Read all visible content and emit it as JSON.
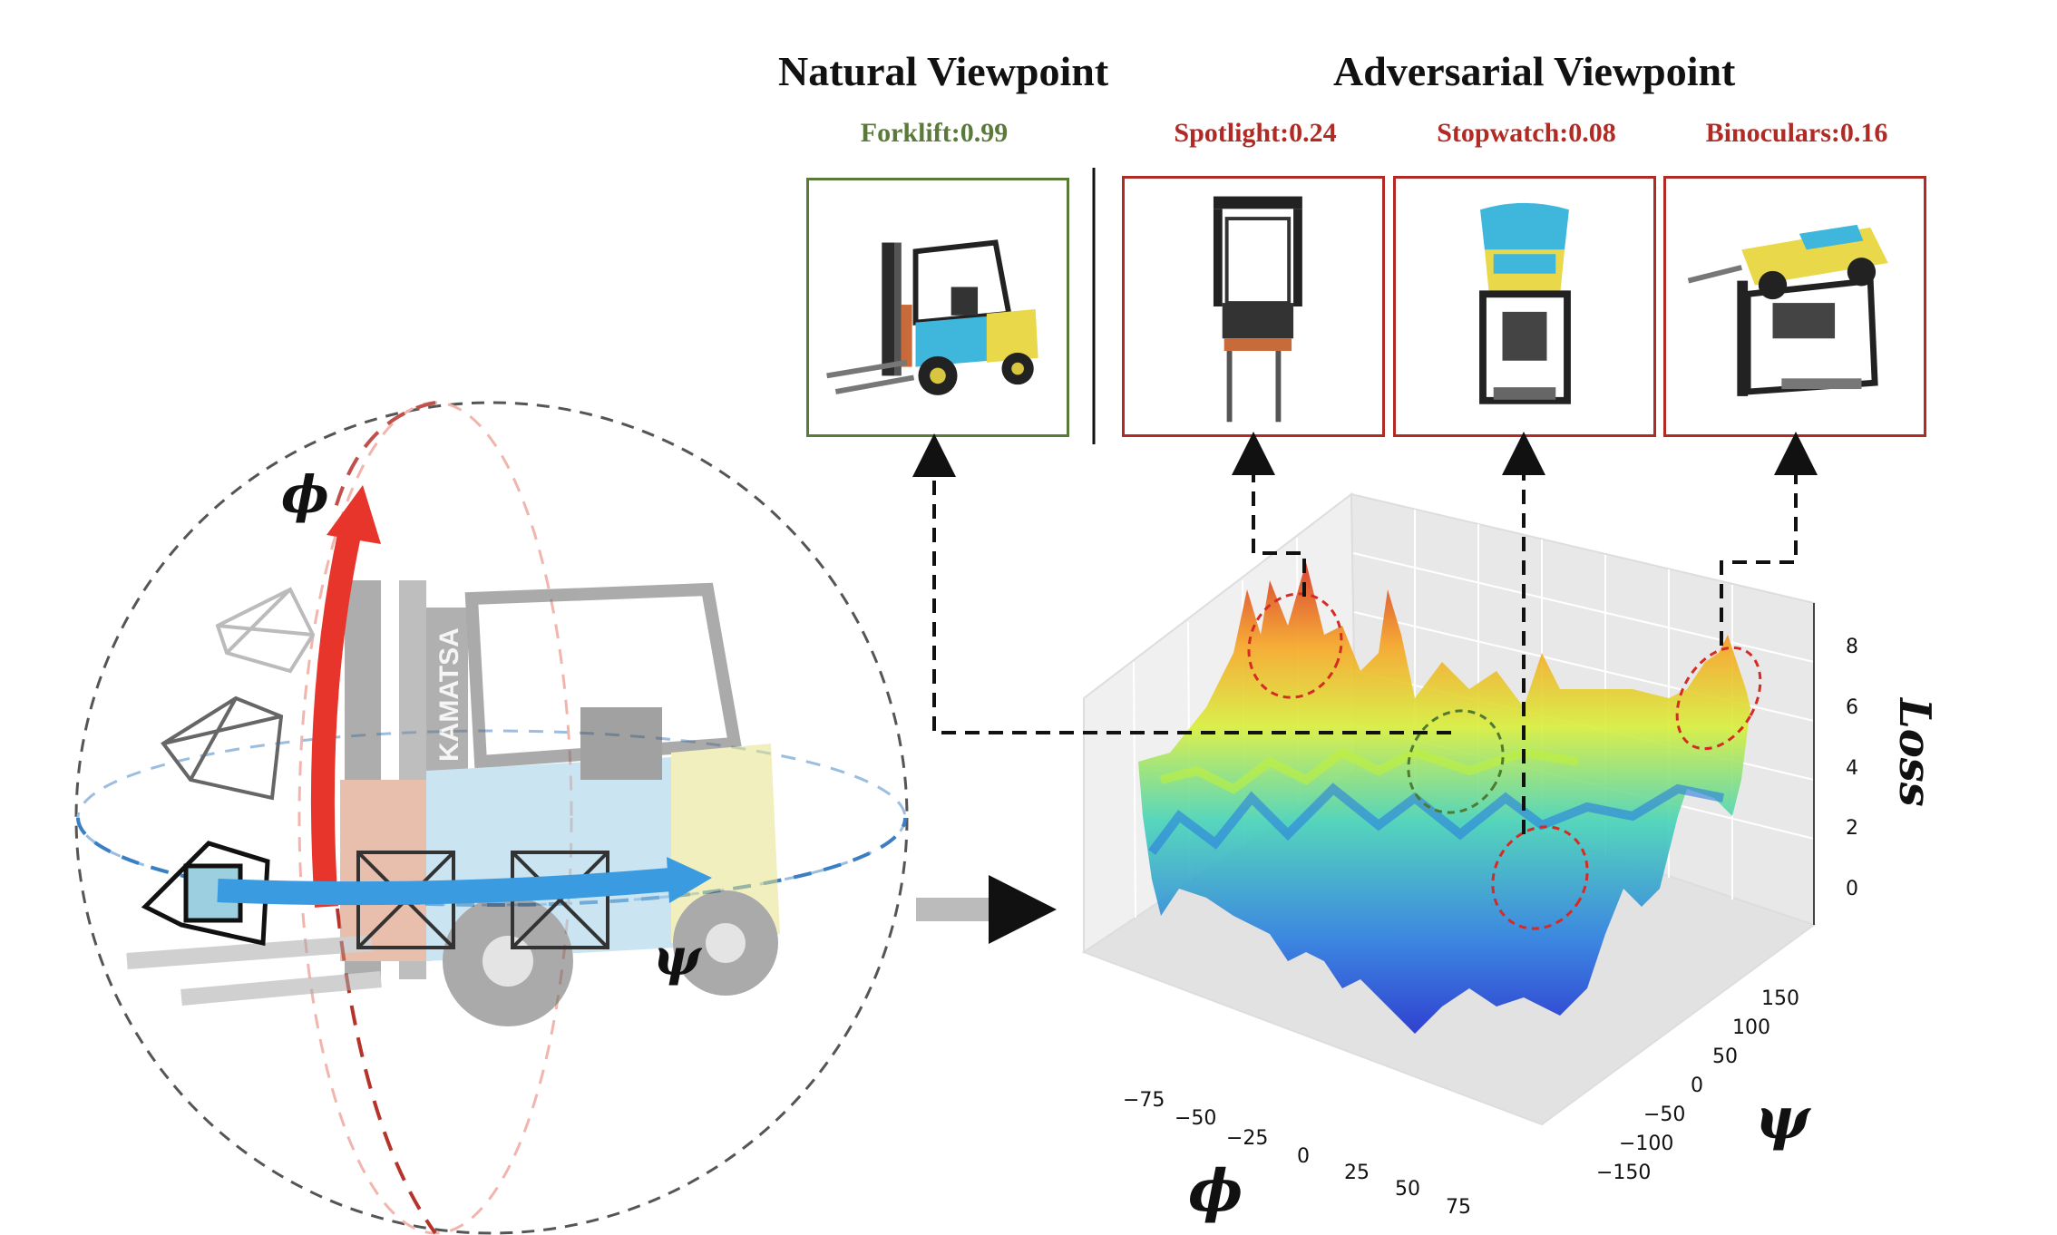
{
  "headings": {
    "natural": "Natural Viewpoint",
    "adversarial": "Adversarial Viewpoint"
  },
  "views": [
    {
      "label": "Forklift:0.99",
      "kind": "natural",
      "color": "#5a7a3a"
    },
    {
      "label": "Spotlight:0.24",
      "kind": "adversarial",
      "color": "#b22a24"
    },
    {
      "label": "Stopwatch:0.08",
      "kind": "adversarial",
      "color": "#b22a24"
    },
    {
      "label": "Binoculars:0.16",
      "kind": "adversarial",
      "color": "#b22a24"
    }
  ],
  "sphere": {
    "phi_label": "ϕ",
    "psi_label": "ψ",
    "forklift_mast_text": "KAMATSA",
    "phi_color": "#e8352b",
    "psi_color": "#3a9be0"
  },
  "plot": {
    "z_label": "Loss",
    "x_label": "ϕ",
    "y_label": "ψ",
    "z_ticks": [
      "8",
      "6",
      "4",
      "2",
      "0"
    ],
    "x_ticks": [
      "−75",
      "−50",
      "−25",
      "0",
      "25",
      "50",
      "75"
    ],
    "y_ticks": [
      "150",
      "100",
      "50",
      "0",
      "−50",
      "−100",
      "−150"
    ]
  }
}
